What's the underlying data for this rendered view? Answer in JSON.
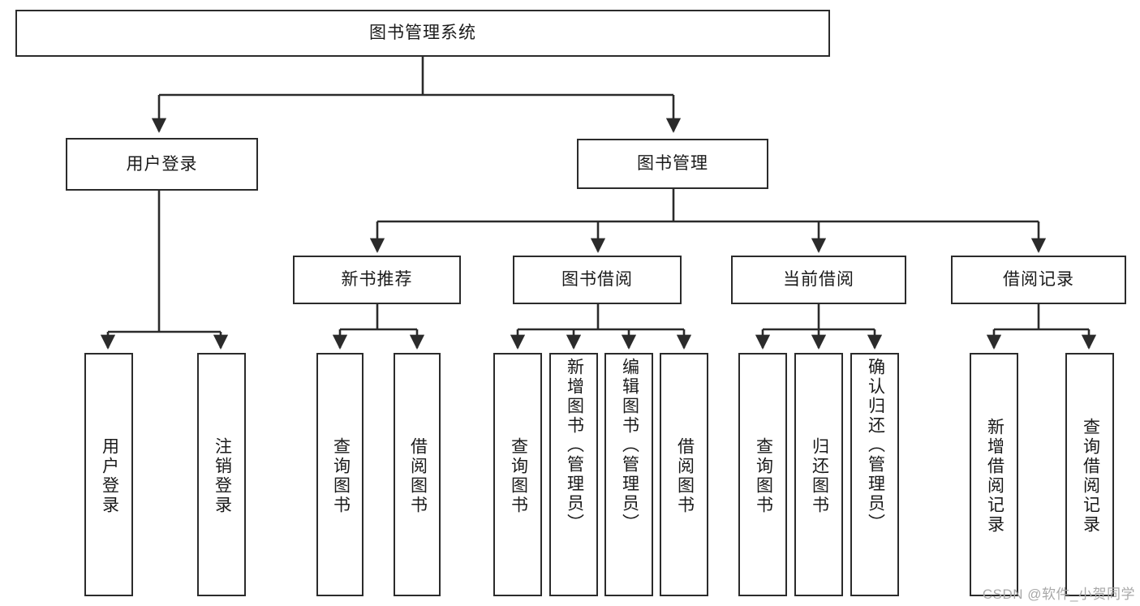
{
  "diagram": {
    "title": "图书管理系统",
    "type": "hierarchy-tree",
    "root": {
      "label": "图书管理系统"
    },
    "level1": [
      {
        "label": "用户登录"
      },
      {
        "label": "图书管理"
      }
    ],
    "level2": [
      {
        "label": "新书推荐"
      },
      {
        "label": "图书借阅"
      },
      {
        "label": "当前借阅"
      },
      {
        "label": "借阅记录"
      }
    ],
    "leaves_user_login": [
      {
        "label": "用户登录"
      },
      {
        "label": "注销登录"
      }
    ],
    "leaves_new_book": [
      {
        "label": "查询图书"
      },
      {
        "label": "借阅图书"
      }
    ],
    "leaves_borrow": [
      {
        "label": "查询图书"
      },
      {
        "label": "新增图书（管理员）"
      },
      {
        "label": "编辑图书（管理员）"
      },
      {
        "label": "借阅图书"
      }
    ],
    "leaves_current": [
      {
        "label": "查询图书"
      },
      {
        "label": "归还图书"
      },
      {
        "label": "确认归还（管理员）"
      }
    ],
    "leaves_records": [
      {
        "label": "新增借阅记录"
      },
      {
        "label": "查询借阅记录"
      }
    ],
    "colors": {
      "stroke": "#2b2b2b",
      "background": "#ffffff",
      "text": "#1a1a1a",
      "watermark": "#a8a8a8"
    }
  },
  "watermark": {
    "text": "CSDN @软件_小贺同学"
  }
}
